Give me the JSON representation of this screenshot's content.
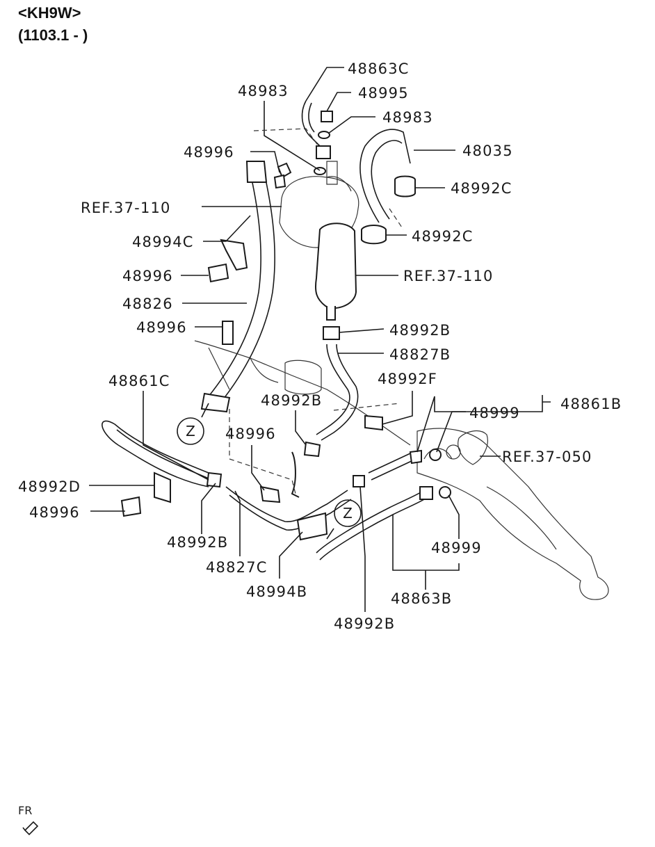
{
  "header": {
    "model": "<KH9W>",
    "range": "(1103.1 - )"
  },
  "callouts": [
    "48863C",
    "48983",
    "48995",
    "48983",
    "48035",
    "48996",
    "48992C",
    "REF.37-110",
    "48992C",
    "48994C",
    "48996",
    "REF.37-110",
    "48826",
    "48996",
    "48992B",
    "48827B",
    "48861C",
    "48992F",
    "48992B",
    "48861B",
    "48999",
    "48996",
    "REF.37-050",
    "48992D",
    "48996",
    "48992B",
    "48827C",
    "48994B",
    "48999",
    "48863B",
    "48992B"
  ],
  "view_markers": [
    "Z",
    "Z"
  ],
  "footer": {
    "direction_label": "FR"
  }
}
